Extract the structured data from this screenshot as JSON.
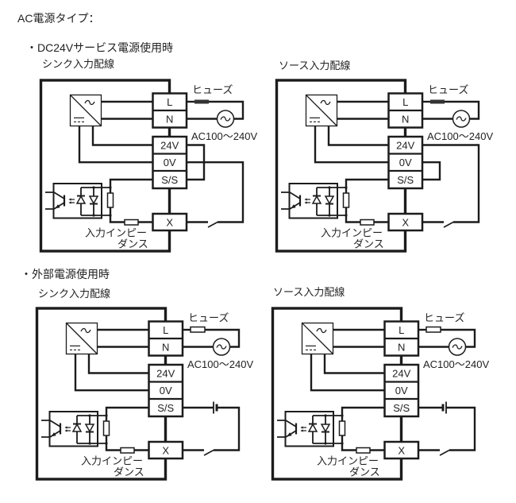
{
  "title": "AC電源タイプ：",
  "sections": [
    {
      "bullet": "・",
      "heading": "DC24Vサービス電源使用時"
    },
    {
      "bullet": "・",
      "heading": "外部電源使用時"
    }
  ],
  "diagrams": [
    {
      "subtitle": "シンク入力配線"
    },
    {
      "subtitle": "ソース入力配線"
    },
    {
      "subtitle": "シンク入力配線"
    },
    {
      "subtitle": "ソース入力配線"
    }
  ],
  "labels": {
    "fuse": "ヒューズ",
    "ac_supply": "AC100～240V",
    "input_impedance": [
      "入力インピー",
      "ダンス"
    ],
    "terminals": [
      "L",
      "N",
      "24V",
      "0V",
      "S/S",
      "X"
    ]
  },
  "colors": {
    "line": "#1c1c1c",
    "text": "#222222",
    "fuse_fill": "#333333",
    "background": "#ffffff"
  }
}
